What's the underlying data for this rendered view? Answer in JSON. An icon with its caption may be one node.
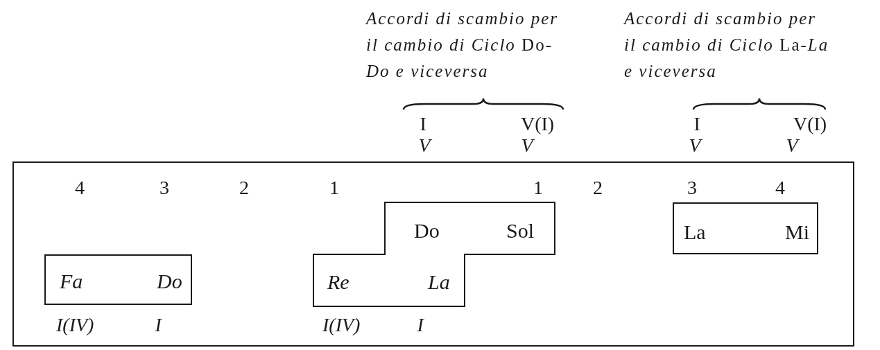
{
  "diagram": {
    "nodes": [
      {
        "text": [],
        "shape": "box"
      },
      {
        "text": [
          "Fa",
          "Do"
        ],
        "in": 0
      },
      {
        "text": [
          "Do",
          "Sol",
          "Re",
          "La"
        ],
        "in": 0
      },
      {
        "text": [
          "La",
          "Mi"
        ],
        "in": 0
      }
    ],
    "edges": [],
    "labels": [
      "*Accordi di scambio per il cambio di Ciclo* Do-*Do e viceversa*",
      "*Accordi di scambio per il cambio di Ciclo* La-*La e viceversa*",
      "I",
      "V(I)",
      "I",
      "V(I)",
      "V",
      "V",
      "V",
      "V",
      "4",
      "3",
      "2",
      "1",
      "1",
      "2",
      "3",
      "4",
      "I(IV)",
      "I",
      "I(IV)",
      "I"
    ]
  }
}
